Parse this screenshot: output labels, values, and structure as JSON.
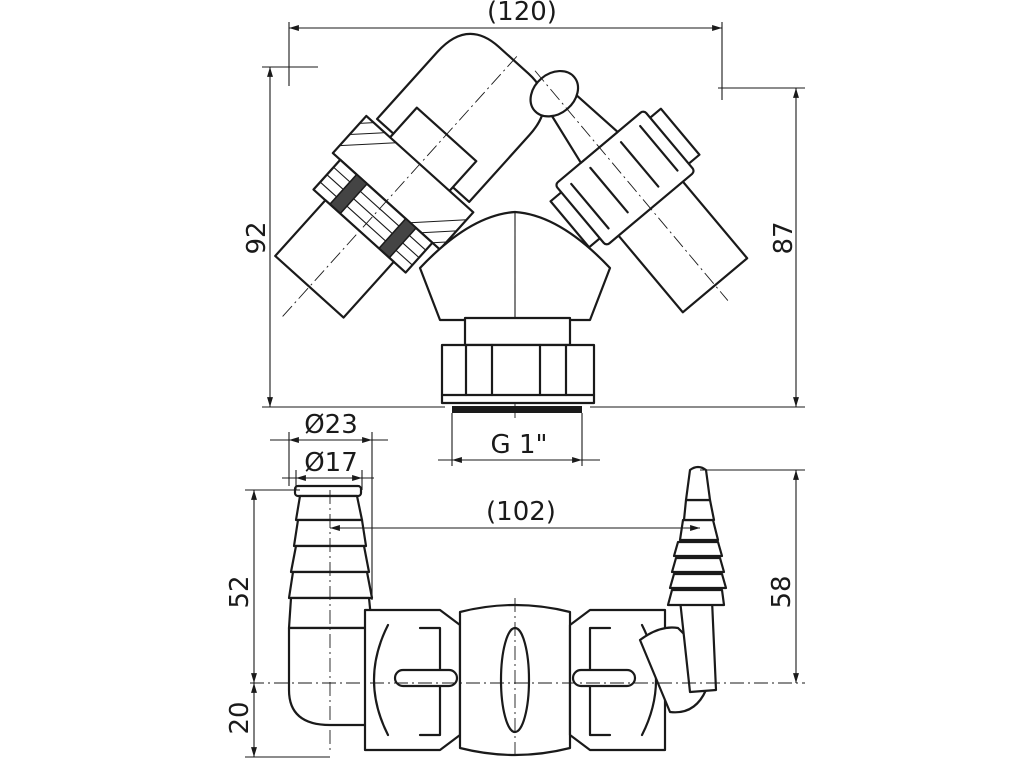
{
  "drawing": {
    "dimensions": {
      "top_width": "(120)",
      "left_height": "92",
      "right_height": "87",
      "thread": "G 1\"",
      "outer_diameter": "Ø23",
      "inner_diameter": "Ø17",
      "spacing": "(102)",
      "left_spigot_height": "52",
      "bottom_offset": "20",
      "right_spigot_height": "58"
    }
  }
}
